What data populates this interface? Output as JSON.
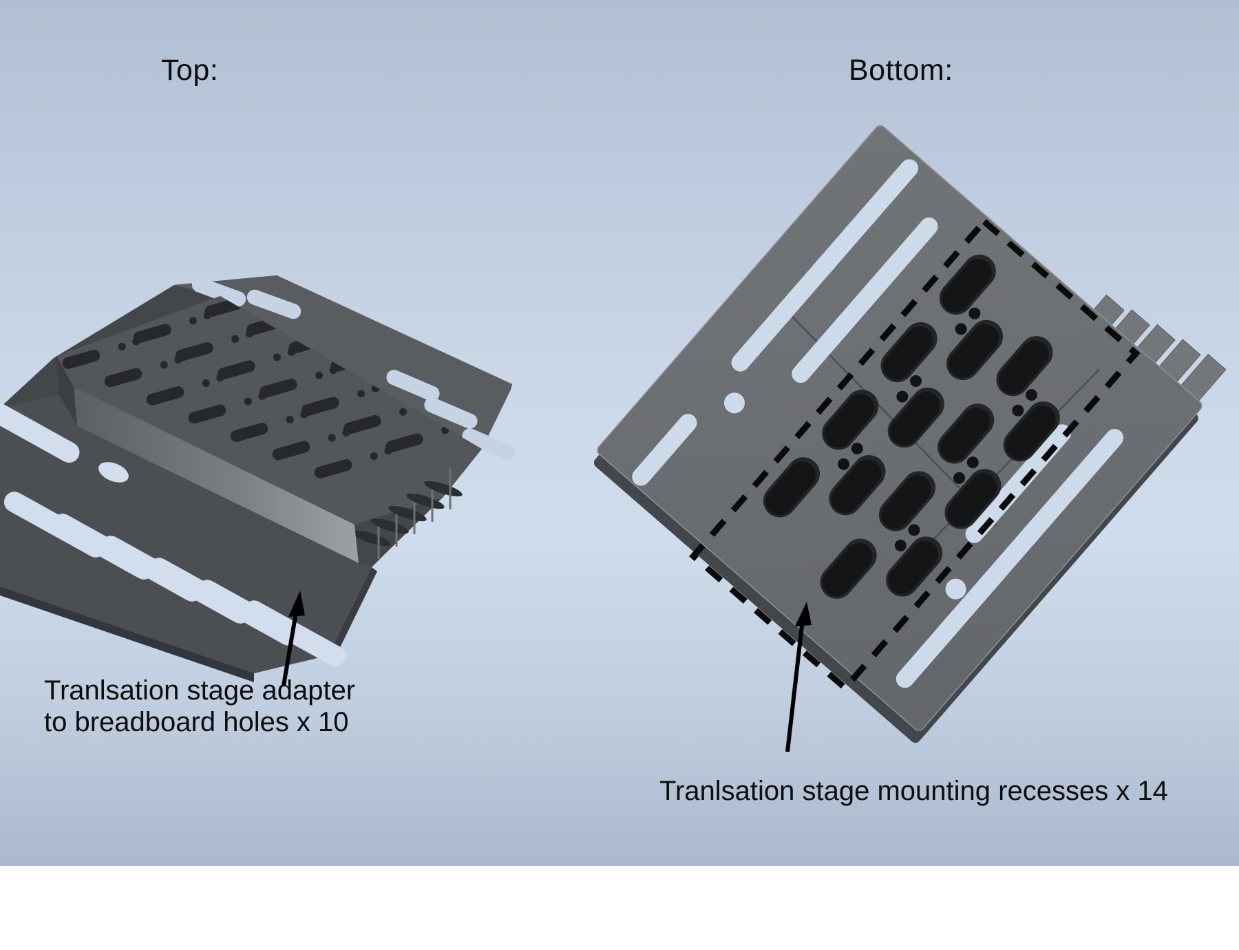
{
  "figure": {
    "left_panel": {
      "title": "Top:",
      "annotation": {
        "line1": "Tranlsation stage adapter",
        "line2": "to breadboard holes x 10",
        "feature_count": 10
      }
    },
    "right_panel": {
      "title": "Bottom:",
      "annotation": {
        "text": "Tranlsation stage mounting recesses x 14",
        "feature_count": 14
      }
    },
    "colors": {
      "background_top": "#b2bed1",
      "background_mid": "#cfdcec",
      "background_bottom": "#aab9cd",
      "bottom_band": "#ffffff",
      "part_dark": "#4b4e51",
      "part_block_top": "#53565a",
      "part_plate_light": "#6e7174",
      "recess_dark": "#17181a",
      "through_slot": "#cddaea",
      "annotation_text": "#0d0d0d",
      "dashed_outline": "#0a0a0a",
      "arrow": "#000000"
    }
  }
}
